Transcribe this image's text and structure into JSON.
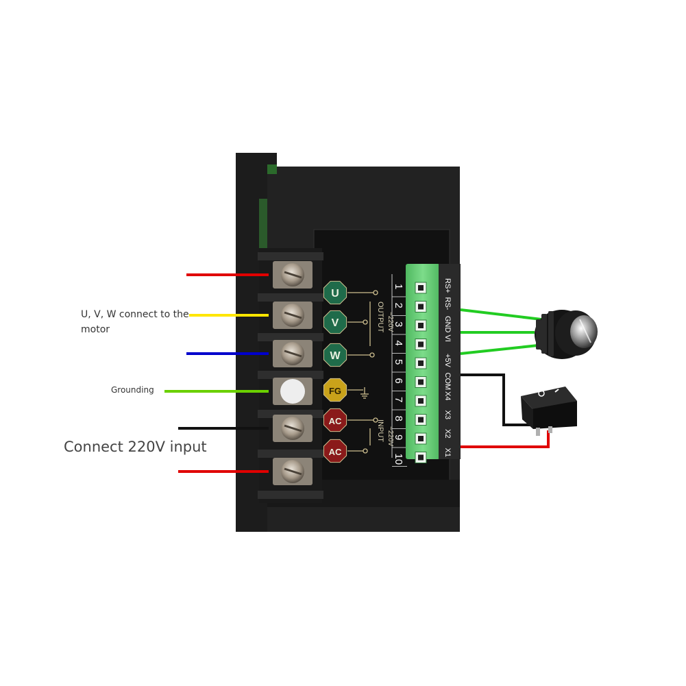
{
  "callouts": {
    "uvw_line1": "U, V, W connect to the",
    "uvw_line2": "motor",
    "grounding": "Grounding",
    "input": "Connect 220V input"
  },
  "terminal_badges": [
    "U",
    "V",
    "W",
    "FG",
    "AC",
    "AC"
  ],
  "block_labels": {
    "output": "OUTPUT",
    "output_voltage": "~220V",
    "input": "INPUT",
    "input_voltage": "~220V"
  },
  "pin_numbers": [
    "1",
    "2",
    "3",
    "4",
    "5",
    "6",
    "7",
    "8",
    "9",
    "10"
  ],
  "pin_names": [
    "RS+",
    "RS-",
    "GND",
    "VI",
    "+5V",
    "COM",
    "X4",
    "X3",
    "X2",
    "X1"
  ],
  "colors": {
    "wire_red": "#e00000",
    "wire_yellow": "#ffe600",
    "wire_blue": "#0000cc",
    "wire_green": "#5ad000",
    "wire_black": "#111111",
    "signal_green": "#22cc22",
    "badge_green": "#1f6b4a",
    "badge_yellow": "#c9a21a",
    "badge_red": "#8a1a1a",
    "connector_green": "#5fc870",
    "housing": "#2a2a2a"
  },
  "icons": {
    "potentiometer": "potentiometer-knob-icon",
    "switch": "rocker-switch-icon",
    "ground": "ground-symbol-icon",
    "screw": "terminal-screw-icon"
  }
}
